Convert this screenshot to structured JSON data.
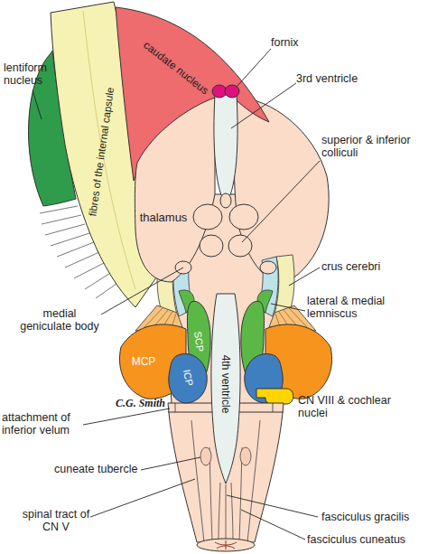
{
  "diagram": {
    "nodes": [
      {
        "text": [
          "fibres of the internal capsule"
        ]
      },
      {
        "text": [
          "caudate nucleus"
        ]
      },
      {
        "text": [
          "thalamus"
        ]
      },
      {
        "text": [
          "SCP"
        ]
      },
      {
        "text": [
          "MCP"
        ]
      },
      {
        "text": [
          "ICP"
        ]
      },
      {
        "text": [
          "4th ventricle"
        ]
      }
    ],
    "labels": [
      "lentiform nucleus",
      "fornix",
      "3rd ventricle",
      "superior & inferior colliculi",
      "crus cerebri",
      "medial geniculate body",
      "lateral & medial lemniscus",
      "CN VIII & cochlear nuclei",
      "C.G. Smith",
      "attachment of inferior velum",
      "cuneate tubercle",
      "spinal tract of CN V",
      "fasciculus gracilis",
      "fasciculus cuneatus"
    ]
  }
}
